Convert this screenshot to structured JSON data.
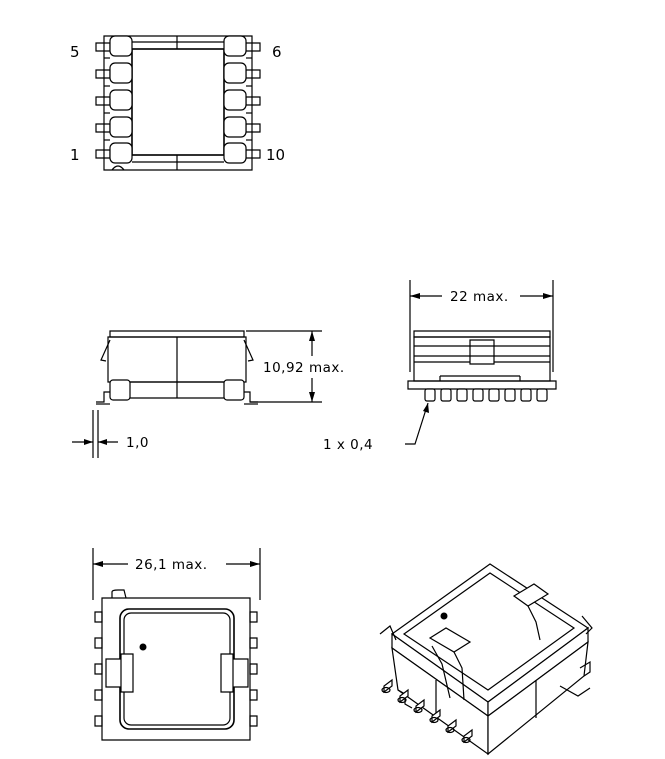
{
  "top_view": {
    "pin_5": "5",
    "pin_6": "6",
    "pin_1": "1",
    "pin_10": "10"
  },
  "dimensions": {
    "height_max": "10,92 max.",
    "width_max": "22 max.",
    "pin_pitch": "1,0",
    "pin_thickness": "1 x 0,4",
    "length_max": "26,1 max."
  }
}
